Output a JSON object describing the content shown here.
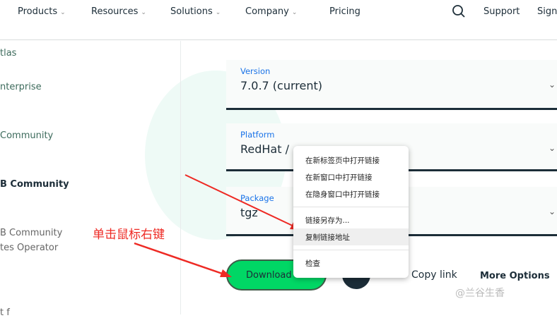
{
  "nav": {
    "items": [
      {
        "label": "Products",
        "dropdown": true
      },
      {
        "label": "Resources",
        "dropdown": true
      },
      {
        "label": "Solutions",
        "dropdown": true
      },
      {
        "label": "Company",
        "dropdown": true
      },
      {
        "label": "Pricing",
        "dropdown": false
      }
    ],
    "search_icon": "search-icon",
    "support": "Support",
    "sign": "Sign"
  },
  "sidebar": {
    "items": [
      "tlas",
      "nterprise",
      "Community",
      "B Community",
      "B Community",
      "tes Operator",
      "t f"
    ]
  },
  "form": {
    "version": {
      "label": "Version",
      "value": "7.0.7 (current)"
    },
    "platform": {
      "label": "Platform",
      "value": "RedHat / "
    },
    "package": {
      "label": "Package",
      "value": "tgz"
    }
  },
  "actions": {
    "download": "Download",
    "copy_link": "Copy link",
    "more_options": "More Options"
  },
  "context_menu": {
    "items": [
      "在新标签页中打开链接",
      "在新窗口中打开链接",
      "在隐身窗口中打开链接",
      "链接另存为...",
      "复制链接地址",
      "检查"
    ],
    "highlighted": "复制链接地址"
  },
  "annotation": {
    "text": "单击鼠标右键",
    "color": "#ee2a24"
  },
  "watermark": "@兰谷生香",
  "colors": {
    "accent": "#00d765",
    "label_blue": "#1a73e8",
    "dark": "#1c2d38"
  }
}
